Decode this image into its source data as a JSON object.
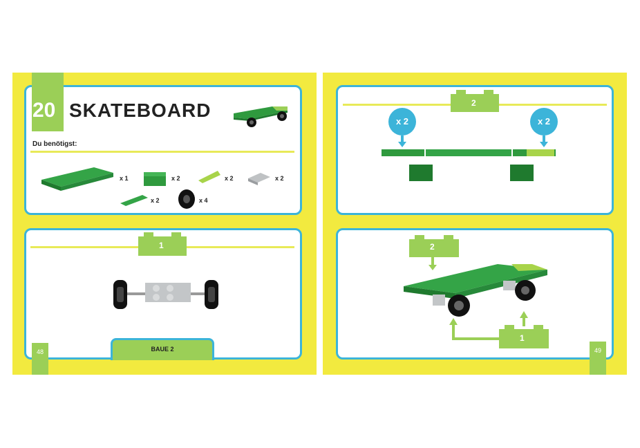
{
  "left_page": {
    "header": {
      "number": "20",
      "title": "SKATEBOARD",
      "needed_label": "Du benötigst:"
    },
    "parts": [
      {
        "name": "green plate 4x8",
        "qty": "x 1"
      },
      {
        "name": "green brick 2x2",
        "qty": "x 2"
      },
      {
        "name": "lime wedge plate",
        "qty": "x 2"
      },
      {
        "name": "grey axle plate",
        "qty": "x 2"
      },
      {
        "name": "green wedge plate",
        "qty": "x 2"
      },
      {
        "name": "wheel",
        "qty": "x 4"
      }
    ],
    "step": {
      "number": "1"
    },
    "tab_label": "BAUE 2",
    "page_number": "48"
  },
  "right_page": {
    "step_top": {
      "number": "2",
      "multiplier_left": "x 2",
      "multiplier_right": "x 2"
    },
    "step_bottom": {
      "ref_top": "2",
      "ref_bottom": "1"
    },
    "page_number": "49"
  },
  "colors": {
    "page_yellow": "#f2ea3f",
    "panel_border": "#3cb4d9",
    "brick_light_green": "#9bcf57",
    "lego_green": "#2f9a3e"
  }
}
